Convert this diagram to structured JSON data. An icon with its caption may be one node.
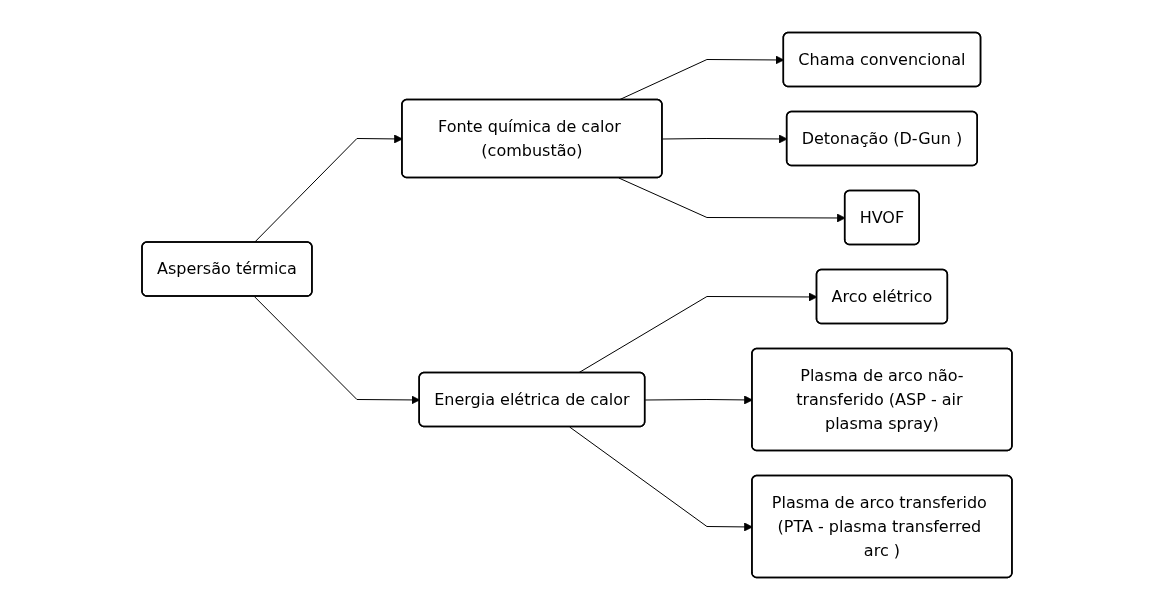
{
  "diagram": {
    "nodes": [
      {
        "text": [
          "Aspersão térmica"
        ]
      },
      {
        "text": [
          "Fonte química de calor (combustão)"
        ]
      },
      {
        "text": [
          "Energia elétrica de calor"
        ]
      },
      {
        "text": [
          "Chama convencional"
        ]
      },
      {
        "text": [
          "Detonação (D-Gun )"
        ]
      },
      {
        "text": [
          "HVOF"
        ]
      },
      {
        "text": [
          "Arco elétrico"
        ]
      },
      {
        "text": [
          "Plasma de arco não-transferido (ASP - air plasma spray)"
        ]
      },
      {
        "text": [
          "Plasma de arco transferido (PTA - plasma transferred arc )"
        ]
      }
    ],
    "edges": [
      {
        "from": 0,
        "to": 1,
        "arrow": "to"
      },
      {
        "from": 0,
        "to": 2,
        "arrow": "to"
      },
      {
        "from": 1,
        "to": 3,
        "arrow": "to"
      },
      {
        "from": 1,
        "to": 4,
        "arrow": "to"
      },
      {
        "from": 1,
        "to": 5,
        "arrow": "to"
      },
      {
        "from": 2,
        "to": 6,
        "arrow": "to"
      },
      {
        "from": 2,
        "to": 7,
        "arrow": "to"
      },
      {
        "from": 2,
        "to": 8,
        "arrow": "to"
      }
    ]
  }
}
